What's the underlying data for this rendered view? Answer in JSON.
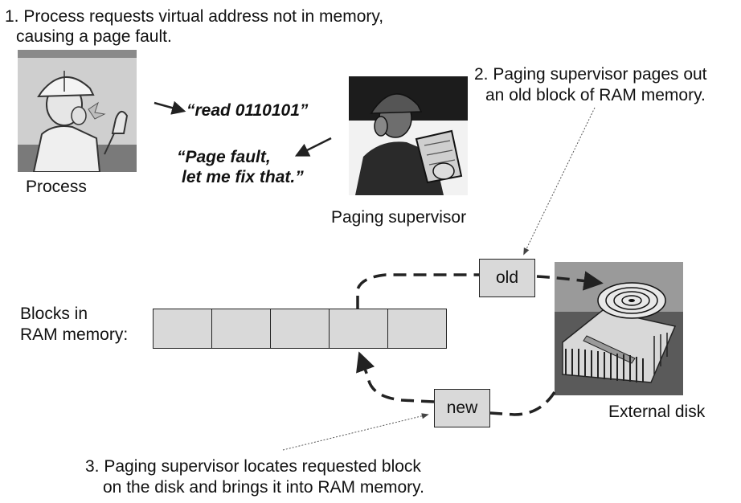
{
  "step1": {
    "line1": "1. Process requests virtual address not in memory,",
    "line2": "causing a page fault."
  },
  "step2": {
    "line1": "2. Paging supervisor pages out",
    "line2": "an old block of RAM memory."
  },
  "step3": {
    "line1": "3. Paging supervisor locates requested block",
    "line2": "on the disk and brings it into RAM memory."
  },
  "process_label": "Process",
  "supervisor_label": "Paging supervisor",
  "speech_read": "“read 0110101”",
  "speech_fault": {
    "line1": "“Page fault,",
    "line2": "let me fix that.”"
  },
  "blocks_label": {
    "line1": "Blocks in",
    "line2": "RAM memory:"
  },
  "blocks": [
    {
      "id": 1
    },
    {
      "id": 2
    },
    {
      "id": 3
    },
    {
      "id": 4
    },
    {
      "id": 5
    }
  ],
  "old_label": "old",
  "new_label": "new",
  "disk_label": "External disk"
}
